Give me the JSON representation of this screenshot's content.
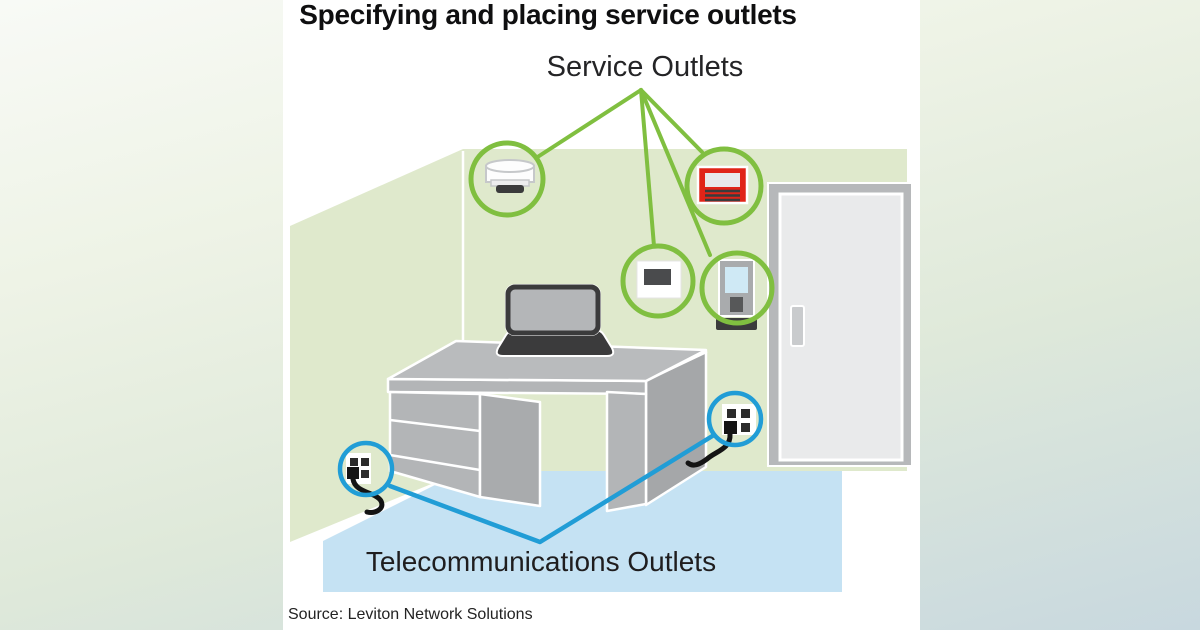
{
  "title": "Specifying and placing service outlets",
  "service_label": "Service Outlets",
  "telecom_label": "Telecommunications Outlets",
  "source": "Source: Leviton Network Solutions",
  "service_items": [
    "smoke-detector",
    "fire-alarm",
    "thermostat",
    "access-control-reader"
  ],
  "telecom_items": [
    "telecom-wall-outlet-left",
    "telecom-wall-outlet-right"
  ],
  "colors": {
    "wall_green": "#dfe9cc",
    "floor_blue": "#c5e2f3",
    "line_green": "#80bf40",
    "line_blue": "#219dd6",
    "alarm_red": "#e02418",
    "dark": "#3b3b3c",
    "desk_front": "#b3b5b7",
    "desk_top": "#b9bbbd",
    "desk_side": "#a5a7a9",
    "desk_inner": "#a9abad",
    "door_frame": "#b6b8ba",
    "door_panel": "#e9eaeb",
    "handle_gray": "#c9cbcd",
    "screen_blue": "#cfe9f5",
    "cable_black": "#141414"
  }
}
